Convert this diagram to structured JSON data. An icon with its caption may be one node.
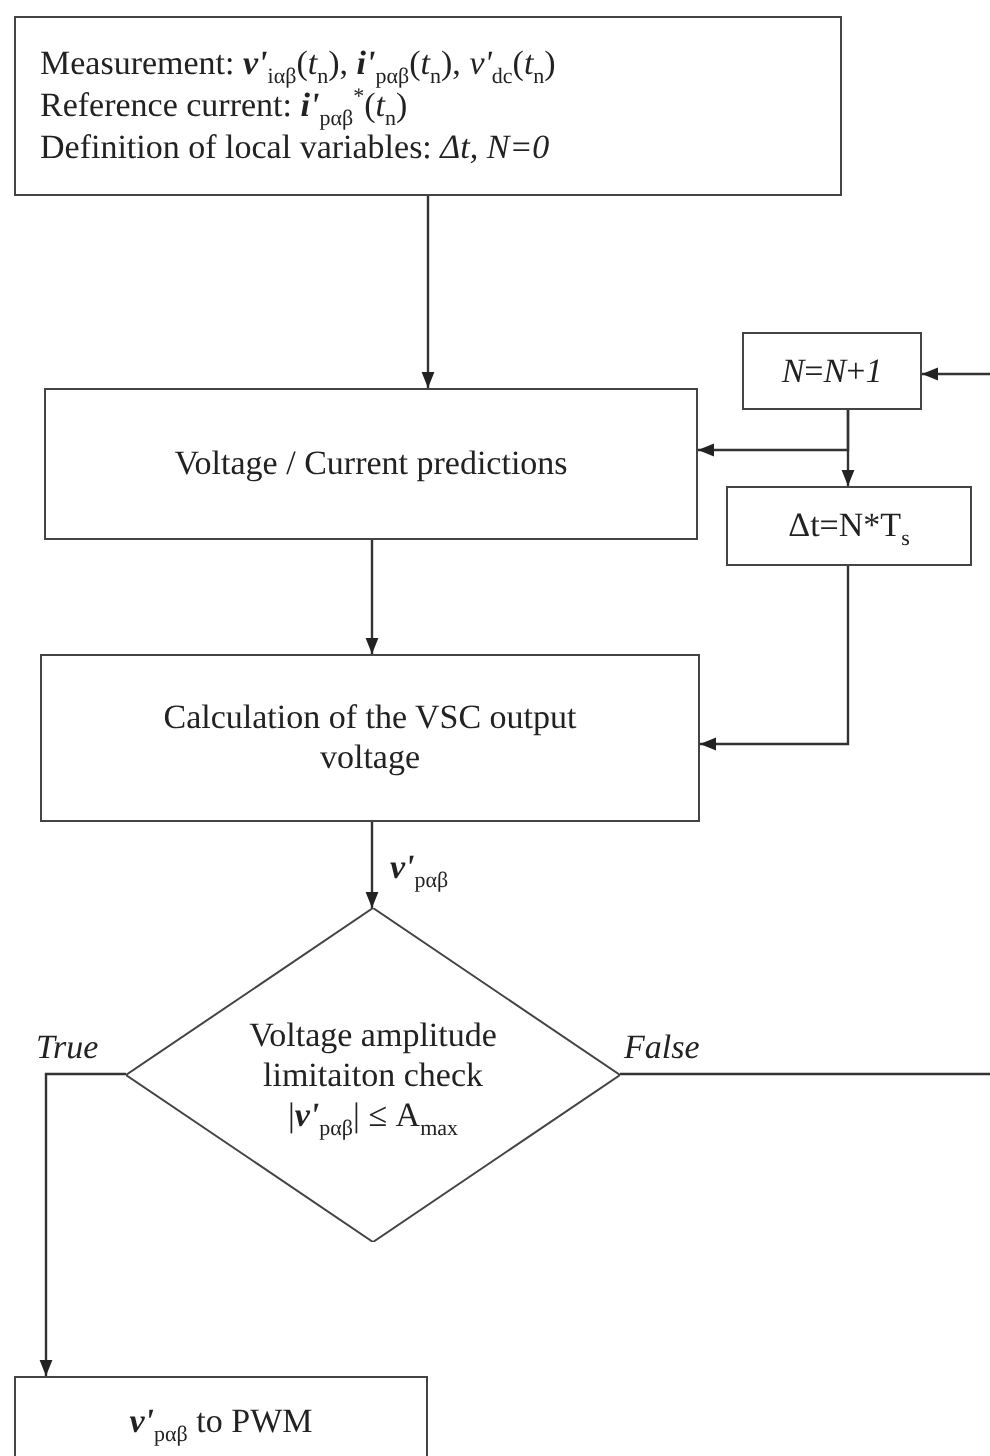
{
  "diagram": {
    "nodes": [
      {
        "text": [
          "Measurement: **v'**$_{iαβ}$(*t*$_{n}$), **i'**$_{pαβ}$(*t*$_{n}$), *v'*$_{dc}$(*t*$_{n}$)",
          "Reference current: **i'**$_{pαβ}$$^{*}$(*t*$_{n}$)",
          "Definition of local variables: *Δt, N=0*"
        ]
      },
      {
        "text": [
          "Voltage / Current predictions"
        ]
      },
      {
        "text": [
          "*N*=*N*+*1*"
        ]
      },
      {
        "text": [
          "Δt=N*T$_{s}$"
        ]
      },
      {
        "text": [
          "Calculation of the VSC output voltage"
        ]
      },
      {
        "text": [
          "Voltage amplitude limitaiton check",
          "|**v'**$_{pαβ}$| ≤ A$_{max}$"
        ]
      },
      {
        "text": [
          "**v'**$_{pαβ}$ to PWM"
        ]
      }
    ],
    "edges": [
      {
        "from": 0,
        "to": 1,
        "arrow": "to"
      },
      {
        "from": null,
        "to": 2,
        "arrow": "to"
      },
      {
        "from": 2,
        "to": 1,
        "arrow": "to"
      },
      {
        "from": 2,
        "to": 3,
        "arrow": "to"
      },
      {
        "from": 1,
        "to": 4,
        "arrow": "to"
      },
      {
        "from": 3,
        "to": 4,
        "arrow": "to"
      },
      {
        "from": 4,
        "to": 5,
        "arrow": "to",
        "label": "**v'**$_{pαβ}$"
      },
      {
        "from": 5,
        "to": 6,
        "arrow": "to",
        "label": "True"
      },
      {
        "from": 5,
        "to": null,
        "arrow": "none",
        "label": "False"
      }
    ]
  }
}
